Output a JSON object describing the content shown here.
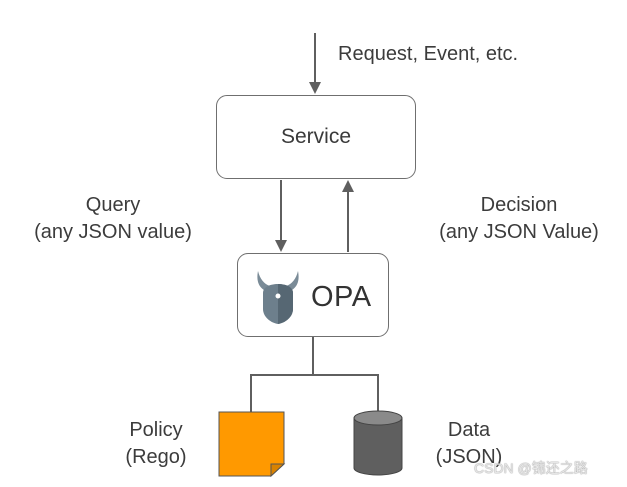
{
  "request_label": "Request, Event, etc.",
  "service_label": "Service",
  "query_label_line1": "Query",
  "query_label_line2": "(any JSON value)",
  "decision_label_line1": "Decision",
  "decision_label_line2": "(any JSON Value)",
  "opa_label": "OPA",
  "policy_label_line1": "Policy",
  "policy_label_line2": "(Rego)",
  "data_label_line1": "Data",
  "data_label_line2": "(JSON)",
  "watermark": "CSDN @锦还之路",
  "colors": {
    "arrow": "#5f5f5f",
    "box_border": "#6f6f6f",
    "policy_doc": "#ff9900",
    "database": "#5f5f5f",
    "opa_logo": "#6d7f8c"
  },
  "icons": {
    "opa_logo": "opa-logo-icon",
    "policy_doc": "document-icon",
    "data_store": "database-icon"
  }
}
